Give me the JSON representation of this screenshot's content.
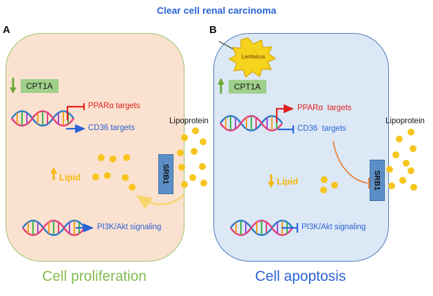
{
  "title": "Clear cell renal carcinoma",
  "panels": {
    "a": {
      "letter": "A",
      "gene": "CPT1A",
      "gene_trend": "down",
      "targets": [
        "PPARα targets",
        "CD36 targets"
      ],
      "lipid": "Lipid",
      "lipid_trend": "up",
      "signaling": "PI3K/Akt signaling",
      "receptor": "SRB1",
      "outcome": "Cell proliferation"
    },
    "b": {
      "letter": "B",
      "vector": "Lentivirus",
      "gene": "CPT1A",
      "gene_trend": "up",
      "targets": [
        "PPARα  targets",
        "CD36  targets"
      ],
      "lipid": "Lipid",
      "lipid_trend": "down",
      "signaling": "PI3K/Akt signaling",
      "receptor": "SRB1",
      "outcome": "Cell apoptosis"
    }
  },
  "lipoprotein_label": "Lipoprotein",
  "colors": {
    "cell_a_fill": "#fbe1cf",
    "cell_a_border": "#9bc46a",
    "cell_b_fill": "#dce8f5",
    "cell_b_border": "#4f79c0",
    "activation_red": "#e02020",
    "pathway_blue": "#2a63d6",
    "lipid_yellow": "#f2c40f",
    "inhibit_orange": "#e8823a",
    "up_green": "#6aaa3a"
  }
}
